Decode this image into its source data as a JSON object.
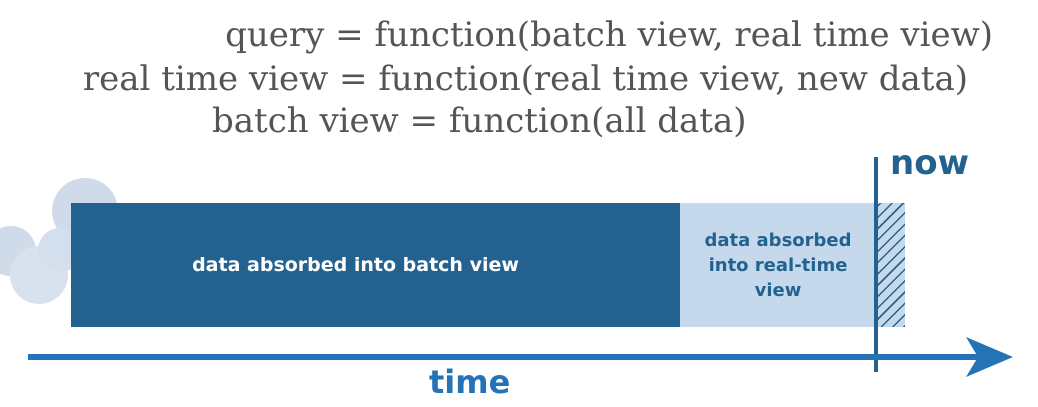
{
  "formulas": {
    "query": "query = function(batch view, real time view)",
    "real_time_view": "real time view = function(real time view, new data)",
    "batch_view": "batch view = function(all data)"
  },
  "diagram": {
    "batch_label": "data absorbed into batch view",
    "realtime_label": "data absorbed into real-time view",
    "now_label": "now",
    "time_label": "time"
  },
  "colors": {
    "batch_fill": "#23628f",
    "realtime_fill": "#c6d9ec",
    "axis": "#2373b6",
    "formula_text": "#555555"
  }
}
